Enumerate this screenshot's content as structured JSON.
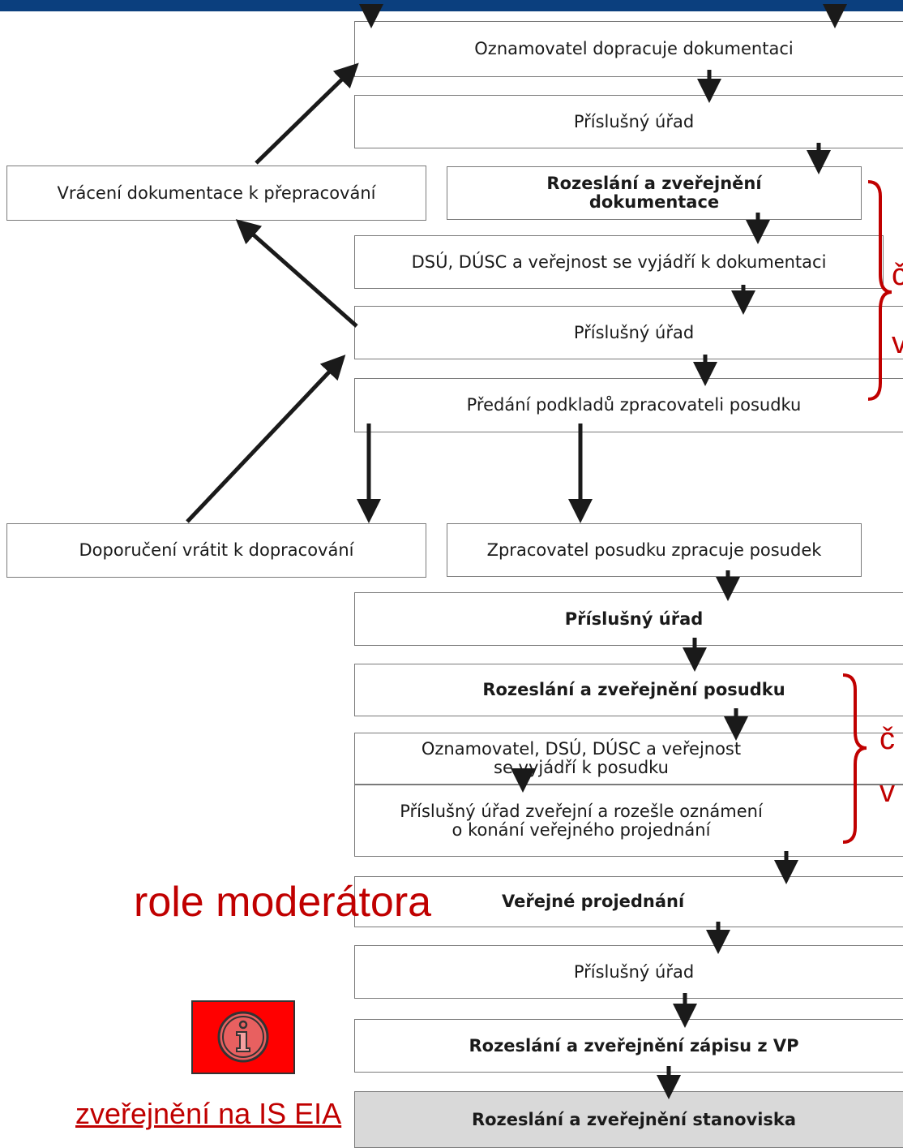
{
  "colors": {
    "accent_red": "#c00000",
    "top_bar": "#0b3f7e",
    "box_border": "#7a7a7a",
    "gray_box": "#d9d9d9",
    "info_button": "#ff0000"
  },
  "boxes": {
    "oznamovatel_dopracuje": "Oznamovatel dopracuje dokumentaci",
    "prislusny_urad_1": "Příslušný úřad",
    "vraceni_dokumentace": "Vrácení dokumentace k přepracování",
    "rozeslani_dokumentace": "Rozeslání a zveřejnění dokumentace",
    "dsu_vyjadri_dokumentaci": "DSÚ, DÚSC a veřejnost se vyjádří k dokumentaci",
    "prislusny_urad_2": "Příslušný úřad",
    "predani_podkladu": "Předání podkladů zpracovateli posudku",
    "doporuceni_vratit": "Doporučení vrátit k dopracování",
    "zpracovatel_posudku": "Zpracovatel posudku zpracuje posudek",
    "prislusny_urad_3": "Příslušný úřad",
    "rozeslani_posudku": "Rozeslání a zveřejnění posudku",
    "oznamovatel_vyjadri_line1": "Oznamovatel, DSÚ, DÚSC a veřejnost",
    "oznamovatel_vyjadri_line2": "se vyjádří k posudku",
    "urad_zverejni_line1": "Příslušný úřad zveřejní a rozešle oznámení",
    "urad_zverejni_line2": "o konání veřejného projednání",
    "verejne_projednani": "Veřejné projednání",
    "prislusny_urad_4": "Příslušný úřad",
    "rozeslani_zapisu": "Rozeslání a zveřejnění zápisu z VP",
    "rozeslani_stanoviska": "Rozeslání a zveřejnění stanoviska"
  },
  "annotations": {
    "role_moderatora": "role moderátora",
    "cropped_upper_1": "č",
    "cropped_upper_2": "v",
    "cropped_lower_1": "č",
    "cropped_lower_2": "v",
    "zverejneni_link": "zveřejnění na IS EIA"
  },
  "icons": {
    "info_button_icon": "info-icon"
  }
}
